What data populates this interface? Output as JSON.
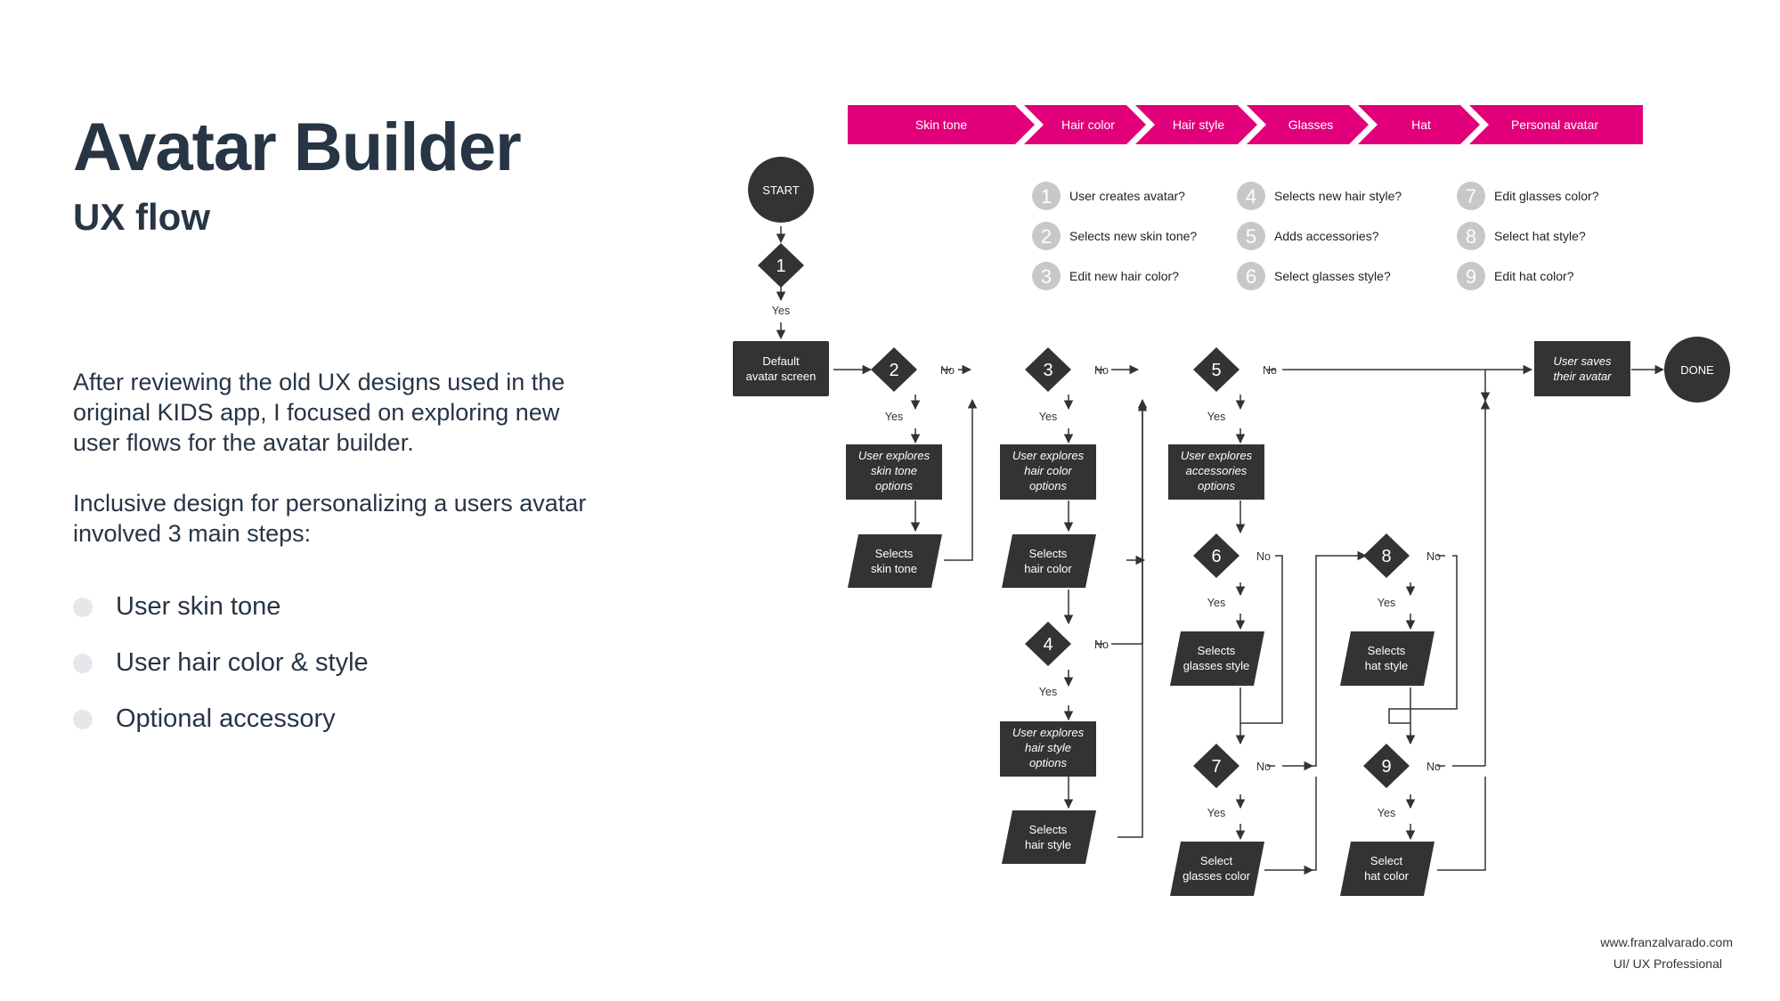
{
  "header": {
    "title": "Avatar Builder",
    "subtitle": "UX flow"
  },
  "intro": {
    "paragraph_1": "After reviewing the old UX designs used in the original KIDS app, I focused on exploring new user flows for the avatar builder.",
    "paragraph_2": "Inclusive design for personalizing a users avatar involved 3 main steps:"
  },
  "steps": [
    "User skin tone",
    "User hair color & style",
    "Optional accessory"
  ],
  "banner": [
    "Skin tone",
    "Hair color",
    "Hair style",
    "Glasses",
    "Hat",
    "Personal avatar"
  ],
  "questions": [
    {
      "num": "1",
      "text": "User creates avatar?"
    },
    {
      "num": "2",
      "text": "Selects new skin tone?"
    },
    {
      "num": "3",
      "text": "Edit new hair color?"
    },
    {
      "num": "4",
      "text": "Selects new hair style?"
    },
    {
      "num": "5",
      "text": "Adds accessories?"
    },
    {
      "num": "6",
      "text": "Select glasses style?"
    },
    {
      "num": "7",
      "text": "Edit glasses color?"
    },
    {
      "num": "8",
      "text": "Select hat style?"
    },
    {
      "num": "9",
      "text": "Edit hat color?"
    }
  ],
  "flow": {
    "start": "START",
    "done": "DONE",
    "yes": "Yes",
    "no": "No",
    "default_screen": [
      "Default",
      "avatar screen"
    ],
    "explore_skin": [
      "User explores",
      "skin tone",
      "options"
    ],
    "select_skin": [
      "Selects",
      "skin tone"
    ],
    "explore_hair_color": [
      "User explores",
      "hair color",
      "options"
    ],
    "select_hair_color": [
      "Selects",
      "hair color"
    ],
    "explore_hair_style": [
      "User explores",
      "hair style",
      "options"
    ],
    "select_hair_style": [
      "Selects",
      "hair style"
    ],
    "explore_accessories": [
      "User explores",
      "accessories",
      "options"
    ],
    "select_glasses_style": [
      "Selects",
      "glasses  style"
    ],
    "select_glasses_color": [
      "Select",
      "glasses color"
    ],
    "select_hat_style": [
      "Selects",
      "hat  style"
    ],
    "select_hat_color": [
      "Select",
      "hat color"
    ],
    "save_avatar": [
      "User saves",
      "their avatar"
    ]
  },
  "credits": {
    "site": "www.franzalvarado.com",
    "role": "UI/ UX Professional"
  },
  "colors": {
    "title": "#273545",
    "banner": "#e2007a",
    "node": "#333333",
    "question_bubble": "#c8c8c8"
  }
}
